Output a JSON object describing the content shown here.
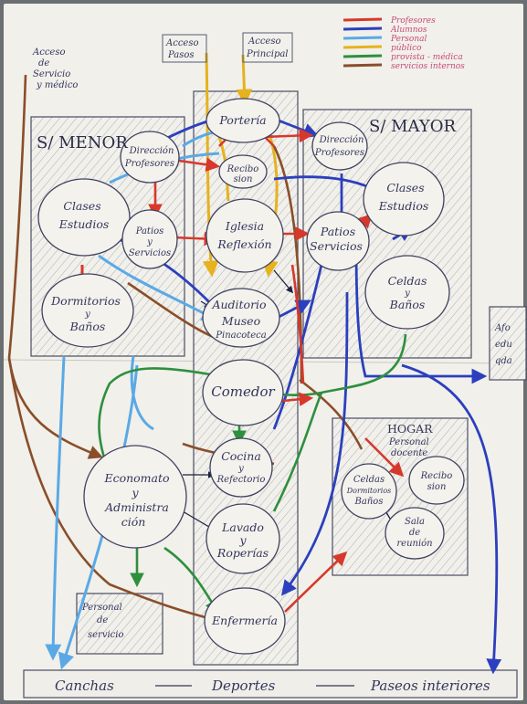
{
  "legend": {
    "items": [
      {
        "label": "Profesores",
        "color": "#d8382c"
      },
      {
        "label": "Alumnos",
        "color": "#2b3fbf"
      },
      {
        "label": "Personal",
        "color": "#5aa9e6"
      },
      {
        "label": "público",
        "color": "#e6b21e"
      },
      {
        "label": "provista - médica",
        "color": "#2e8f3e"
      },
      {
        "label": "servicios internos",
        "color": "#8a4e2a"
      }
    ]
  },
  "entries": {
    "service": [
      "Acceso",
      "de",
      "Servicio",
      "y médico"
    ],
    "pasos": [
      "Acceso",
      "Pasos"
    ],
    "principal": [
      "Acceso",
      "Principal"
    ]
  },
  "zones": {
    "menor": "S/ MENOR",
    "mayor": "S/ MAYOR",
    "hogar": [
      "HOGAR",
      "Personal",
      "docente"
    ],
    "right_edge": [
      "Afo",
      "edu",
      "qda"
    ]
  },
  "rooms": {
    "porteria": [
      "Portería"
    ],
    "recibo": [
      "Recibo",
      "sion"
    ],
    "iglesia": [
      "Iglesia",
      "Reflexión"
    ],
    "auditorio": [
      "Auditorio",
      "Museo",
      "Pinacoteca"
    ],
    "comedor": [
      "Comedor"
    ],
    "cocina": [
      "Cocina",
      "y",
      "Refectorio"
    ],
    "lavado": [
      "Lavado",
      "y",
      "Roperías"
    ],
    "enfermeria": [
      "Enfermería"
    ],
    "menor_direccion": [
      "Dirección",
      "Profesores"
    ],
    "menor_clases": [
      "Clases",
      "Estudios"
    ],
    "menor_patios": [
      "Patios",
      "y",
      "Servicios"
    ],
    "menor_dormitorios": [
      "Dormitorios",
      "y",
      "Baños"
    ],
    "mayor_direccion": [
      "Dirección",
      "Profesores"
    ],
    "mayor_clases": [
      "Clases",
      "Estudios"
    ],
    "mayor_patios": [
      "Patios",
      "Servicios"
    ],
    "mayor_celdas": [
      "Celdas",
      "y",
      "Baños"
    ],
    "economato": [
      "Economato",
      "y",
      "Administra",
      "ción"
    ],
    "personal_servicio": [
      "Personal",
      "de",
      "servicio"
    ],
    "hogar_celdas": [
      "Celdas",
      "Dormitorios",
      "Baños"
    ],
    "hogar_recibo": [
      "Recibo",
      "sion"
    ],
    "hogar_sala": [
      "Sala",
      "de",
      "reunión"
    ]
  },
  "bottom_bar": [
    "Canchas",
    "Deportes",
    "Paseos interiores"
  ]
}
